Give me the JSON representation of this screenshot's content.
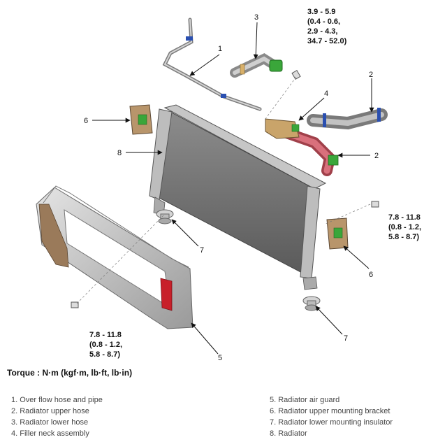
{
  "callouts": {
    "c1": "1",
    "c2a": "2",
    "c2b": "2",
    "c3": "3",
    "c4": "4",
    "c5": "5",
    "c6a": "6",
    "c6b": "6",
    "c7a": "7",
    "c7b": "7",
    "c8": "8"
  },
  "torque_top": [
    "3.9 - 5.9",
    "(0.4 - 0.6,",
    "2.9 - 4.3,",
    "34.7 - 52.0)"
  ],
  "torque_right": [
    "7.8 - 11.8",
    "(0.8 - 1.2,",
    "5.8 - 8.7)"
  ],
  "torque_left": [
    "7.8 - 11.8",
    "(0.8 - 1.2,",
    "5.8 - 8.7)"
  ],
  "torque_unit": "Torque : N·m (kgf·m, lb·ft, lb·in)",
  "legend_left": [
    "1. Over flow hose and pipe",
    "2. Radiator upper hose",
    "3. Radiator lower hose",
    "4. Filler neck assembly"
  ],
  "legend_right": [
    "5. Radiator air guard",
    "6. Radiator upper mounting bracket",
    "7. Radiator lower mounting insulator",
    "8. Radiator"
  ],
  "colors": {
    "hose_green": "#3aa63a",
    "hose_blue": "#2a4fb0",
    "lower_hose_pink": "#d9707c",
    "guard_red": "#c8202a",
    "bracket_tan": "#b8956b"
  }
}
